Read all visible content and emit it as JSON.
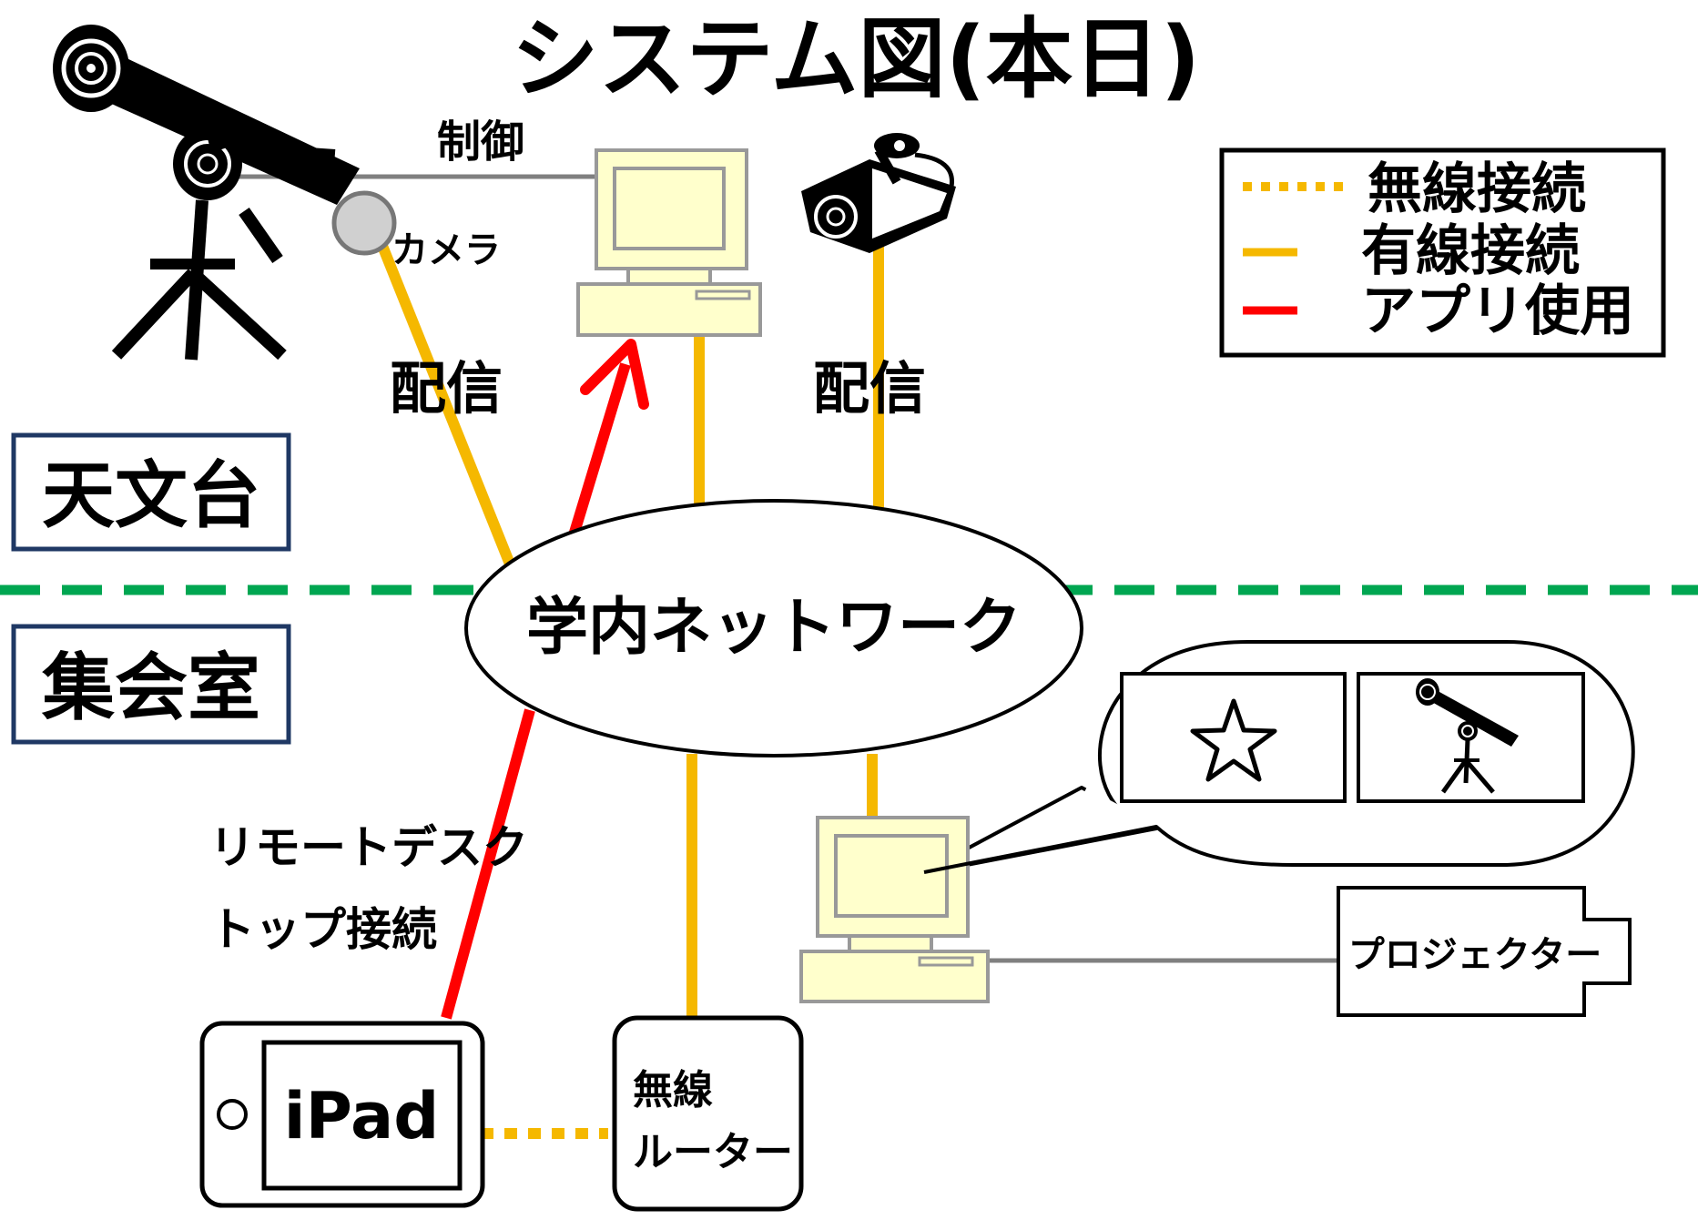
{
  "title": "システム図(本日)",
  "legend": {
    "wireless": "無線接続",
    "wired": "有線接続",
    "app": "アプリ使用"
  },
  "zones": {
    "observatory": "天文台",
    "meeting_room": "集会室"
  },
  "labels": {
    "control": "制御",
    "camera": "カメラ",
    "stream_left": "配信",
    "stream_right": "配信",
    "network": "学内ネットワーク",
    "remote_line1": "リモートデスク",
    "remote_line2": "トップ接続",
    "ipad": "iPad",
    "router_line1": "無線",
    "router_line2": "ルーター",
    "projector": "プロジェクター"
  },
  "colors": {
    "wireless": "#f5b800",
    "wired": "#f5b800",
    "app": "#ff0000",
    "divider": "#00a651",
    "zone_border": "#1f3864",
    "computer": "#ffffcc"
  }
}
